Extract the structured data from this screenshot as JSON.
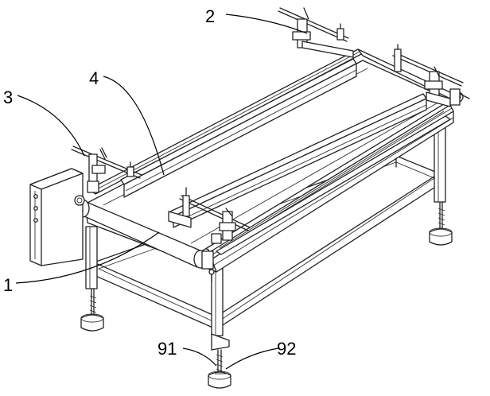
{
  "figure": {
    "labels": {
      "l1": "1",
      "l2": "2",
      "l3": "3",
      "l4": "4",
      "l91": "91",
      "l92": "92"
    }
  }
}
